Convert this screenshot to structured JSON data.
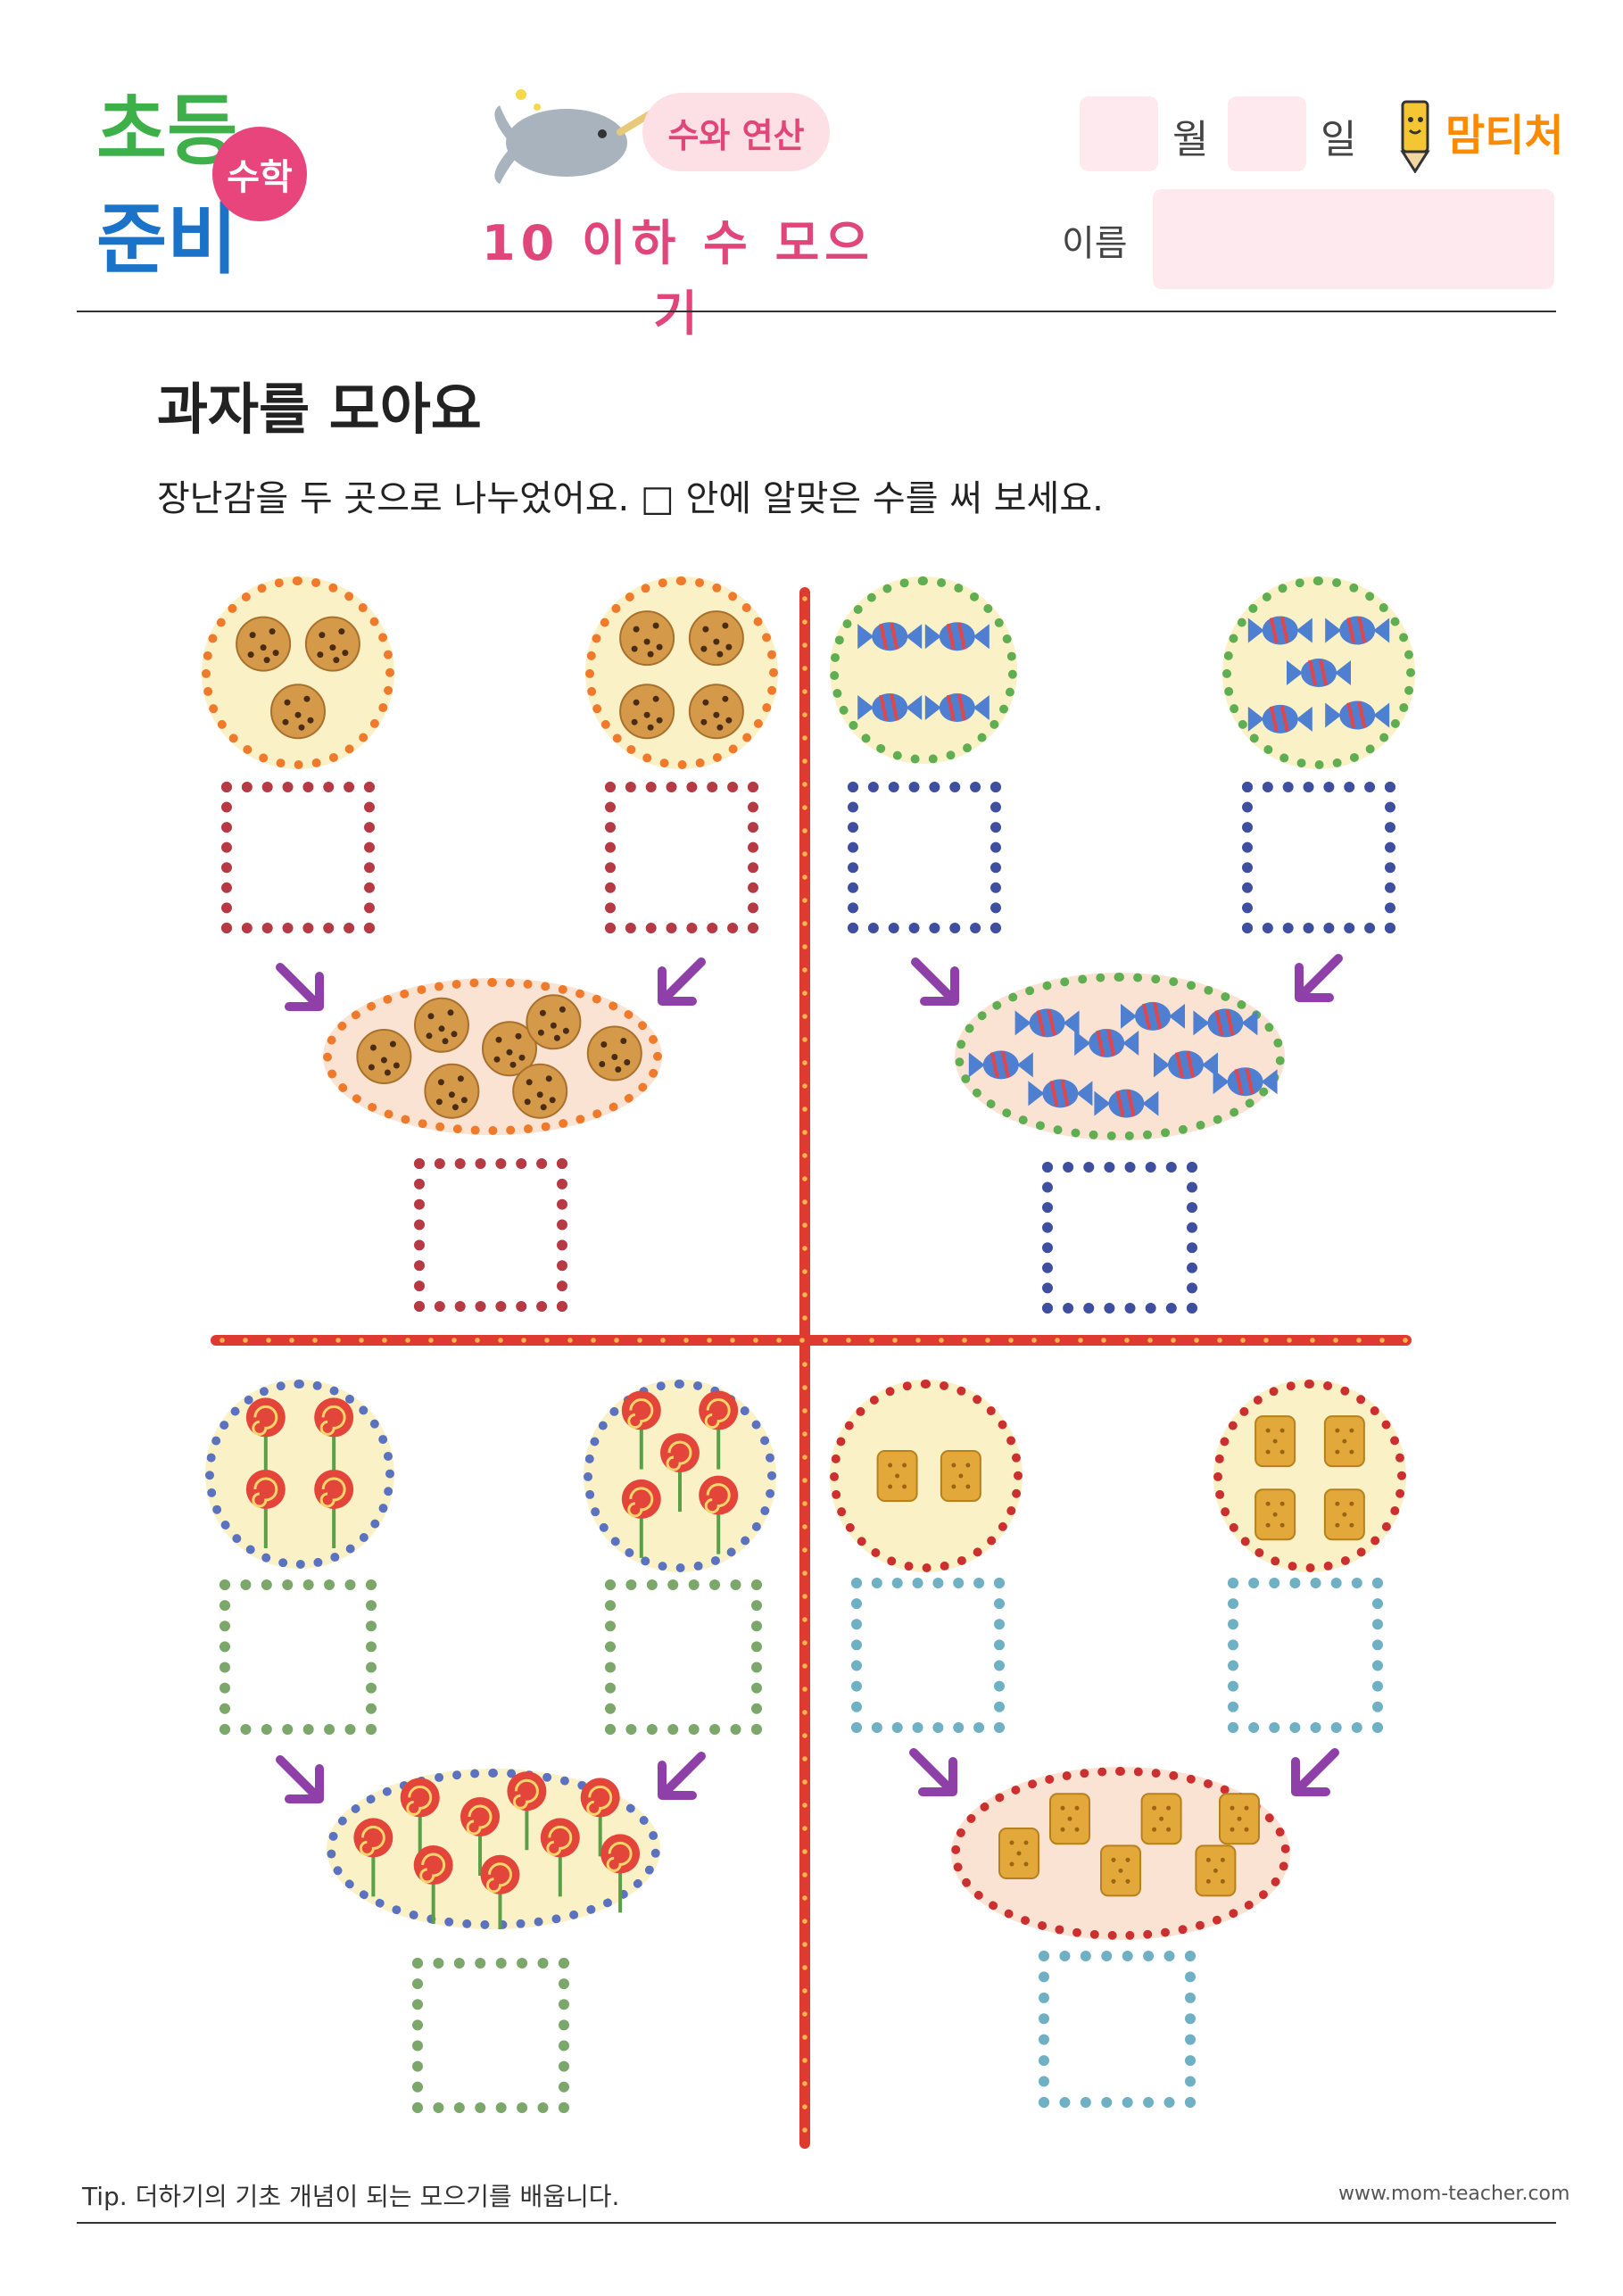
{
  "header": {
    "logo_line1": "초등",
    "logo_line2": "준비",
    "logo_badge": "수학",
    "category_pill": "수와 연산",
    "subtitle": "10 이하 수 모으기",
    "month_label": "월",
    "day_label": "일",
    "name_label": "이름",
    "brand": "맘티처"
  },
  "main": {
    "title": "과자를 모아요",
    "instruction": "장난감을 두 곳으로 나누었어요. □ 안에 알맞은 수를 써 보세요."
  },
  "problems": [
    {
      "item": "cookie",
      "left_count": 3,
      "right_count": 4,
      "total_count": 7
    },
    {
      "item": "candy",
      "left_count": 4,
      "right_count": 5,
      "total_count": 9
    },
    {
      "item": "lollipop",
      "left_count": 4,
      "right_count": 5,
      "total_count": 9
    },
    {
      "item": "cracker",
      "left_count": 2,
      "right_count": 4,
      "total_count": 6
    }
  ],
  "footer": {
    "tip": "Tip. 더하기의 기초 개념이 되는 모으기를 배웁니다.",
    "website": "www.mom-teacher.com"
  },
  "colors": {
    "accent_pink": "#e0467a",
    "divider_red": "#de3a2f",
    "arrow_purple": "#8e3fa8",
    "plate_cream": "#fbf1c6"
  }
}
